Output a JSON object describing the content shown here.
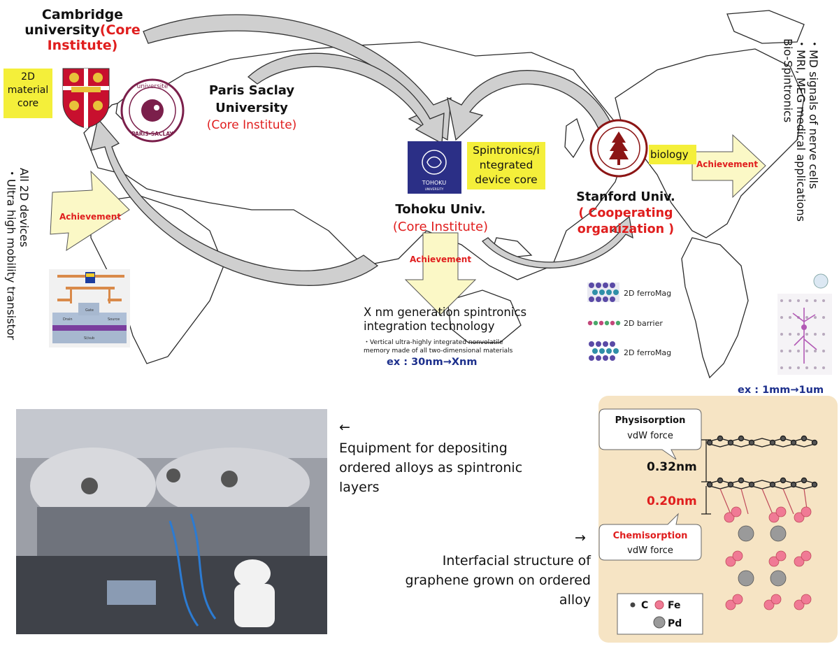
{
  "institutes": {
    "cambridge": {
      "name": "Cambridge university",
      "role": "(Core Institute)"
    },
    "paris": {
      "name_line1": "Paris Saclay",
      "name_line2": "University",
      "role": "(Core Institute)"
    },
    "tohoku": {
      "name": "Tohoku Univ.",
      "role": "(Core Institute)"
    },
    "stanford": {
      "name": "Stanford Univ.",
      "role_line1": "( Cooperating",
      "role_line2": "organization )"
    }
  },
  "logos": {
    "paris_top": "université",
    "paris_bottom": "PARIS-SACLAY",
    "tohoku": "TOHOKU",
    "tohoku_sub": "UNIVERSITY"
  },
  "cores": {
    "cambridge": [
      "2D",
      "material",
      "core"
    ],
    "tohoku": [
      "Spintronics/i",
      "ntegrated",
      "device core"
    ],
    "stanford": "biology"
  },
  "achievement_label": "Achievement",
  "outcomes": {
    "left_line1": "All 2D devices",
    "left_line2": "・Ultra high mobility transistor",
    "center_title_line1": "X nm generation spintronics",
    "center_title_line2": "integration technology",
    "center_sub_line1": "・Vertical ultra-highly integrated nonvolatile",
    "center_sub_line2": "memory made of all two-dimensional materials",
    "center_ex": "ex : 30nm→Xnm",
    "right_line1": "・MD signals of nerve cells",
    "right_line2": "・MRI, MEG medical applications",
    "right_line3": "Bio-Spintronics",
    "right_ex": "ex : 1mm→1um"
  },
  "layers": [
    "2D ferroMag",
    "2D barrier",
    "2D ferroMag"
  ],
  "transistor_labels": {
    "drain": "Drain",
    "gate": "Gate",
    "source": "Source",
    "substrate": "Si/sub"
  },
  "captions": {
    "equipment_arrow": "←",
    "equipment_line1": "Equipment for depositing",
    "equipment_line2": "ordered alloys as spintronic",
    "equipment_line3": "layers",
    "interface_arrow": "→",
    "interface_line1": "Interfacial structure of",
    "interface_line2": "graphene grown on ordered",
    "interface_line3": "alloy"
  },
  "graphene_diagram": {
    "physisorption": "Physisorption",
    "physisorption_sub": "vdW force",
    "d1": "0.32nm",
    "d2": "0.20nm",
    "chemisorption": "Chemisorption",
    "chemisorption_sub": "vdW force",
    "legend_c": "C",
    "legend_fe": "Fe",
    "legend_pd": "Pd"
  }
}
